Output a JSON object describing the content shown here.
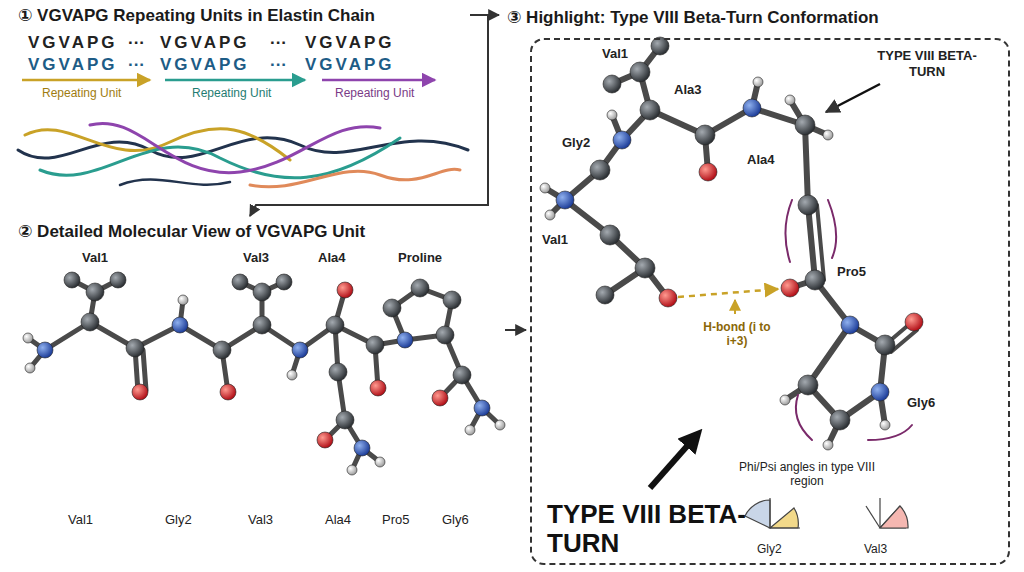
{
  "diagram": {
    "nodes": [
      {
        "text": [
          "③ Highlight: Type VIII Beta-Turn Conformation",
          "Val1",
          "TYPE VIII BETA-TURN",
          "Ala3",
          "Gly2",
          "Ala4",
          "Val1",
          "H-bond (i to i+3)",
          "Pro5",
          "Gly6",
          "TYPE VIII BETA-TURN",
          "Phi/Psi angles in type VIII region",
          "Gly2",
          "Val3"
        ]
      }
    ],
    "labels": [
      "① VGVAPG Repeating Units in Elastin Chain",
      "VGVAPG",
      "···",
      "VGVAPG",
      "···",
      "VGVAPG",
      "VGVAPG",
      "···",
      "VGVAPG",
      "···",
      "VGVAPG",
      "Repeating Unit",
      "Repeating Unit",
      "Repeating Unit",
      "② Detailed Molecular View of VGVAPG Unit",
      "Val1",
      "Val3",
      "Ala4",
      "Proline",
      "Val1",
      "Gly2",
      "Val3",
      "Ala4",
      "Pro5",
      "Gly6"
    ]
  }
}
